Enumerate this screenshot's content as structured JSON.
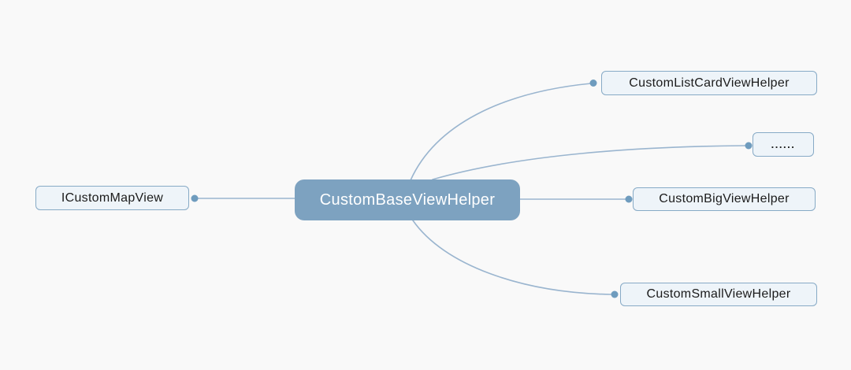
{
  "diagram": {
    "type": "mindmap",
    "center_node": {
      "label": "CustomBaseViewHelper"
    },
    "left_nodes": [
      {
        "label": "ICustomMapView"
      }
    ],
    "right_nodes": [
      {
        "label": "CustomListCardViewHelper"
      },
      {
        "label": "......"
      },
      {
        "label": "CustomBigViewHelper"
      },
      {
        "label": "CustomSmallViewHelper"
      }
    ]
  },
  "colors": {
    "background": "#f9f9f9",
    "center_fill": "#7da2c0",
    "center_text": "#ffffff",
    "node_fill": "#eef4f9",
    "node_border": "#87aac6",
    "node_text": "#1b1b1b",
    "connector": "#9ab5cf",
    "dot": "#6f9cbe"
  }
}
